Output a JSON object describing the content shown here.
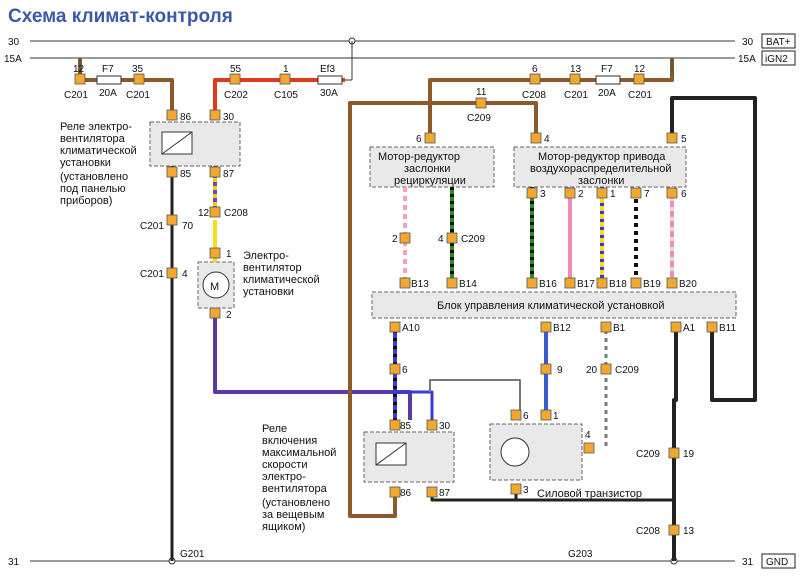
{
  "title": "Схема климат-контроля",
  "rails": {
    "r30": "30",
    "r15a": "15A",
    "r31": "31",
    "bat": "BAT+",
    "ign": "iGN2",
    "gnd": "GND"
  },
  "fuses": {
    "f7a": {
      "name": "F7",
      "amp": "20A"
    },
    "ef3": {
      "name": "Ef3",
      "amp": "30A"
    },
    "f7b": {
      "name": "F7",
      "amp": "20A"
    }
  },
  "components": {
    "fan_relay": [
      "Реле электро-",
      "вентилятора",
      "климатической",
      "установки",
      "(установлено",
      "под панелью",
      "приборов)"
    ],
    "fan_motor": [
      "Электро-",
      "вентилятор",
      "климатической",
      "установки"
    ],
    "recirc_motor": [
      "Мотор-редуктор",
      "заслонки",
      "рециркуляции"
    ],
    "air_motor": [
      "Мотор-редуктор привода",
      "воздухораспределительной",
      "заслонки"
    ],
    "control_unit": "Блок управления климатической установкой",
    "max_relay": [
      "Реле",
      "включения",
      "максимальной",
      "скорости",
      "электро-",
      "вентилятора",
      "(установлено",
      "за вещевым",
      "ящиком)"
    ],
    "power_transistor": "Силовой транзистор",
    "motor_symbol": "M"
  },
  "labels": {
    "c201": "C201",
    "c202": "C202",
    "c105": "C105",
    "c208": "C208",
    "c209": "C209",
    "g201": "G201",
    "g203": "G203",
    "p12": "12",
    "p35": "35",
    "p55": "55",
    "p1": "1",
    "p6": "6",
    "p13": "13",
    "p86": "86",
    "p30": "30",
    "p85": "85",
    "p87": "87",
    "p70": "70",
    "p4": "4",
    "p2": "2",
    "p11": "11",
    "p5": "5",
    "p3": "3",
    "p7": "7",
    "p9": "9",
    "p20": "20",
    "p19": "19",
    "b13": "B13",
    "b14": "B14",
    "b16": "B16",
    "b17": "B17",
    "b18": "B18",
    "b19": "B19",
    "b20": "B20",
    "a10": "A10",
    "b12": "B12",
    "b1": "B1",
    "a1": "A1",
    "b11": "B11"
  }
}
